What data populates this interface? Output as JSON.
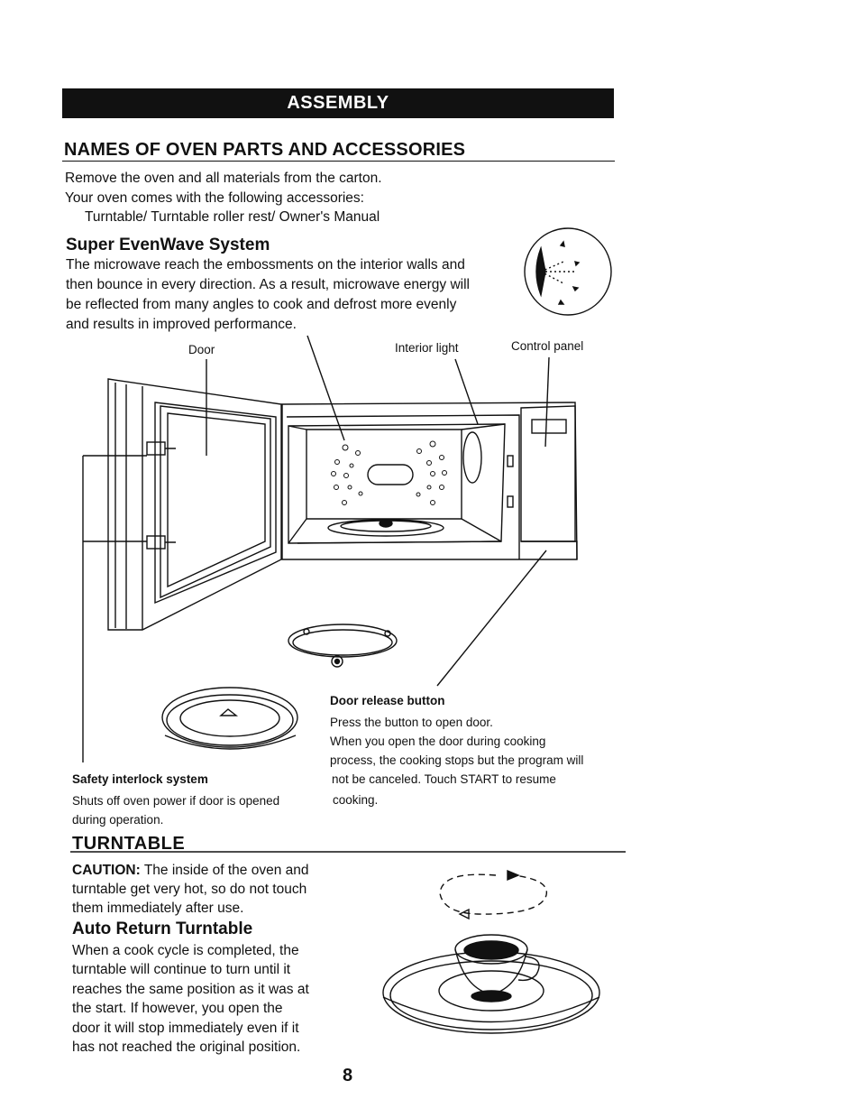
{
  "header": {
    "banner": "ASSEMBLY"
  },
  "names_section": {
    "title": "NAMES OF OVEN PARTS AND ACCESSORIES",
    "line1": "Remove the oven and all materials from the carton.",
    "line2": "Your oven comes with the following accessories:",
    "line3": "Turntable/ Turntable roller rest/ Owner's Manual"
  },
  "evenwave": {
    "title": "Super EvenWave System",
    "lines": [
      "The microwave reach the embossments on the interior walls and",
      "then bounce in every direction. As a result, microwave energy will",
      "be reflected from many angles to cook and defrost more evenly",
      "and results in improved performance."
    ]
  },
  "diagram_labels": {
    "door": "Door",
    "interior_light": "Interior light",
    "control_panel": "Control panel"
  },
  "door_release": {
    "title": "Door release button",
    "lines": [
      "Press the button to open door.",
      "When you open the door during cooking",
      "process, the cooking stops but the program will",
      "not be canceled. Touch START to resume",
      "cooking."
    ]
  },
  "safety_interlock": {
    "title": "Safety interlock system",
    "lines": [
      "Shuts off oven power if door is opened",
      "during operation."
    ]
  },
  "turntable": {
    "title": "TURNTABLE",
    "caution_label": "CAUTION:",
    "caution_first": "The inside of the oven and",
    "caution_lines": [
      "turntable get very hot, so do not touch",
      "them immediately after use."
    ],
    "auto_title": "Auto Return Turntable",
    "auto_lines": [
      "When a cook cycle is completed, the",
      "turntable will continue to turn until it",
      "reaches the same position as it was at",
      "the start. If however, you open the",
      "door it will stop immediately even if it",
      "has not reached the original position."
    ]
  },
  "page_number": "8"
}
